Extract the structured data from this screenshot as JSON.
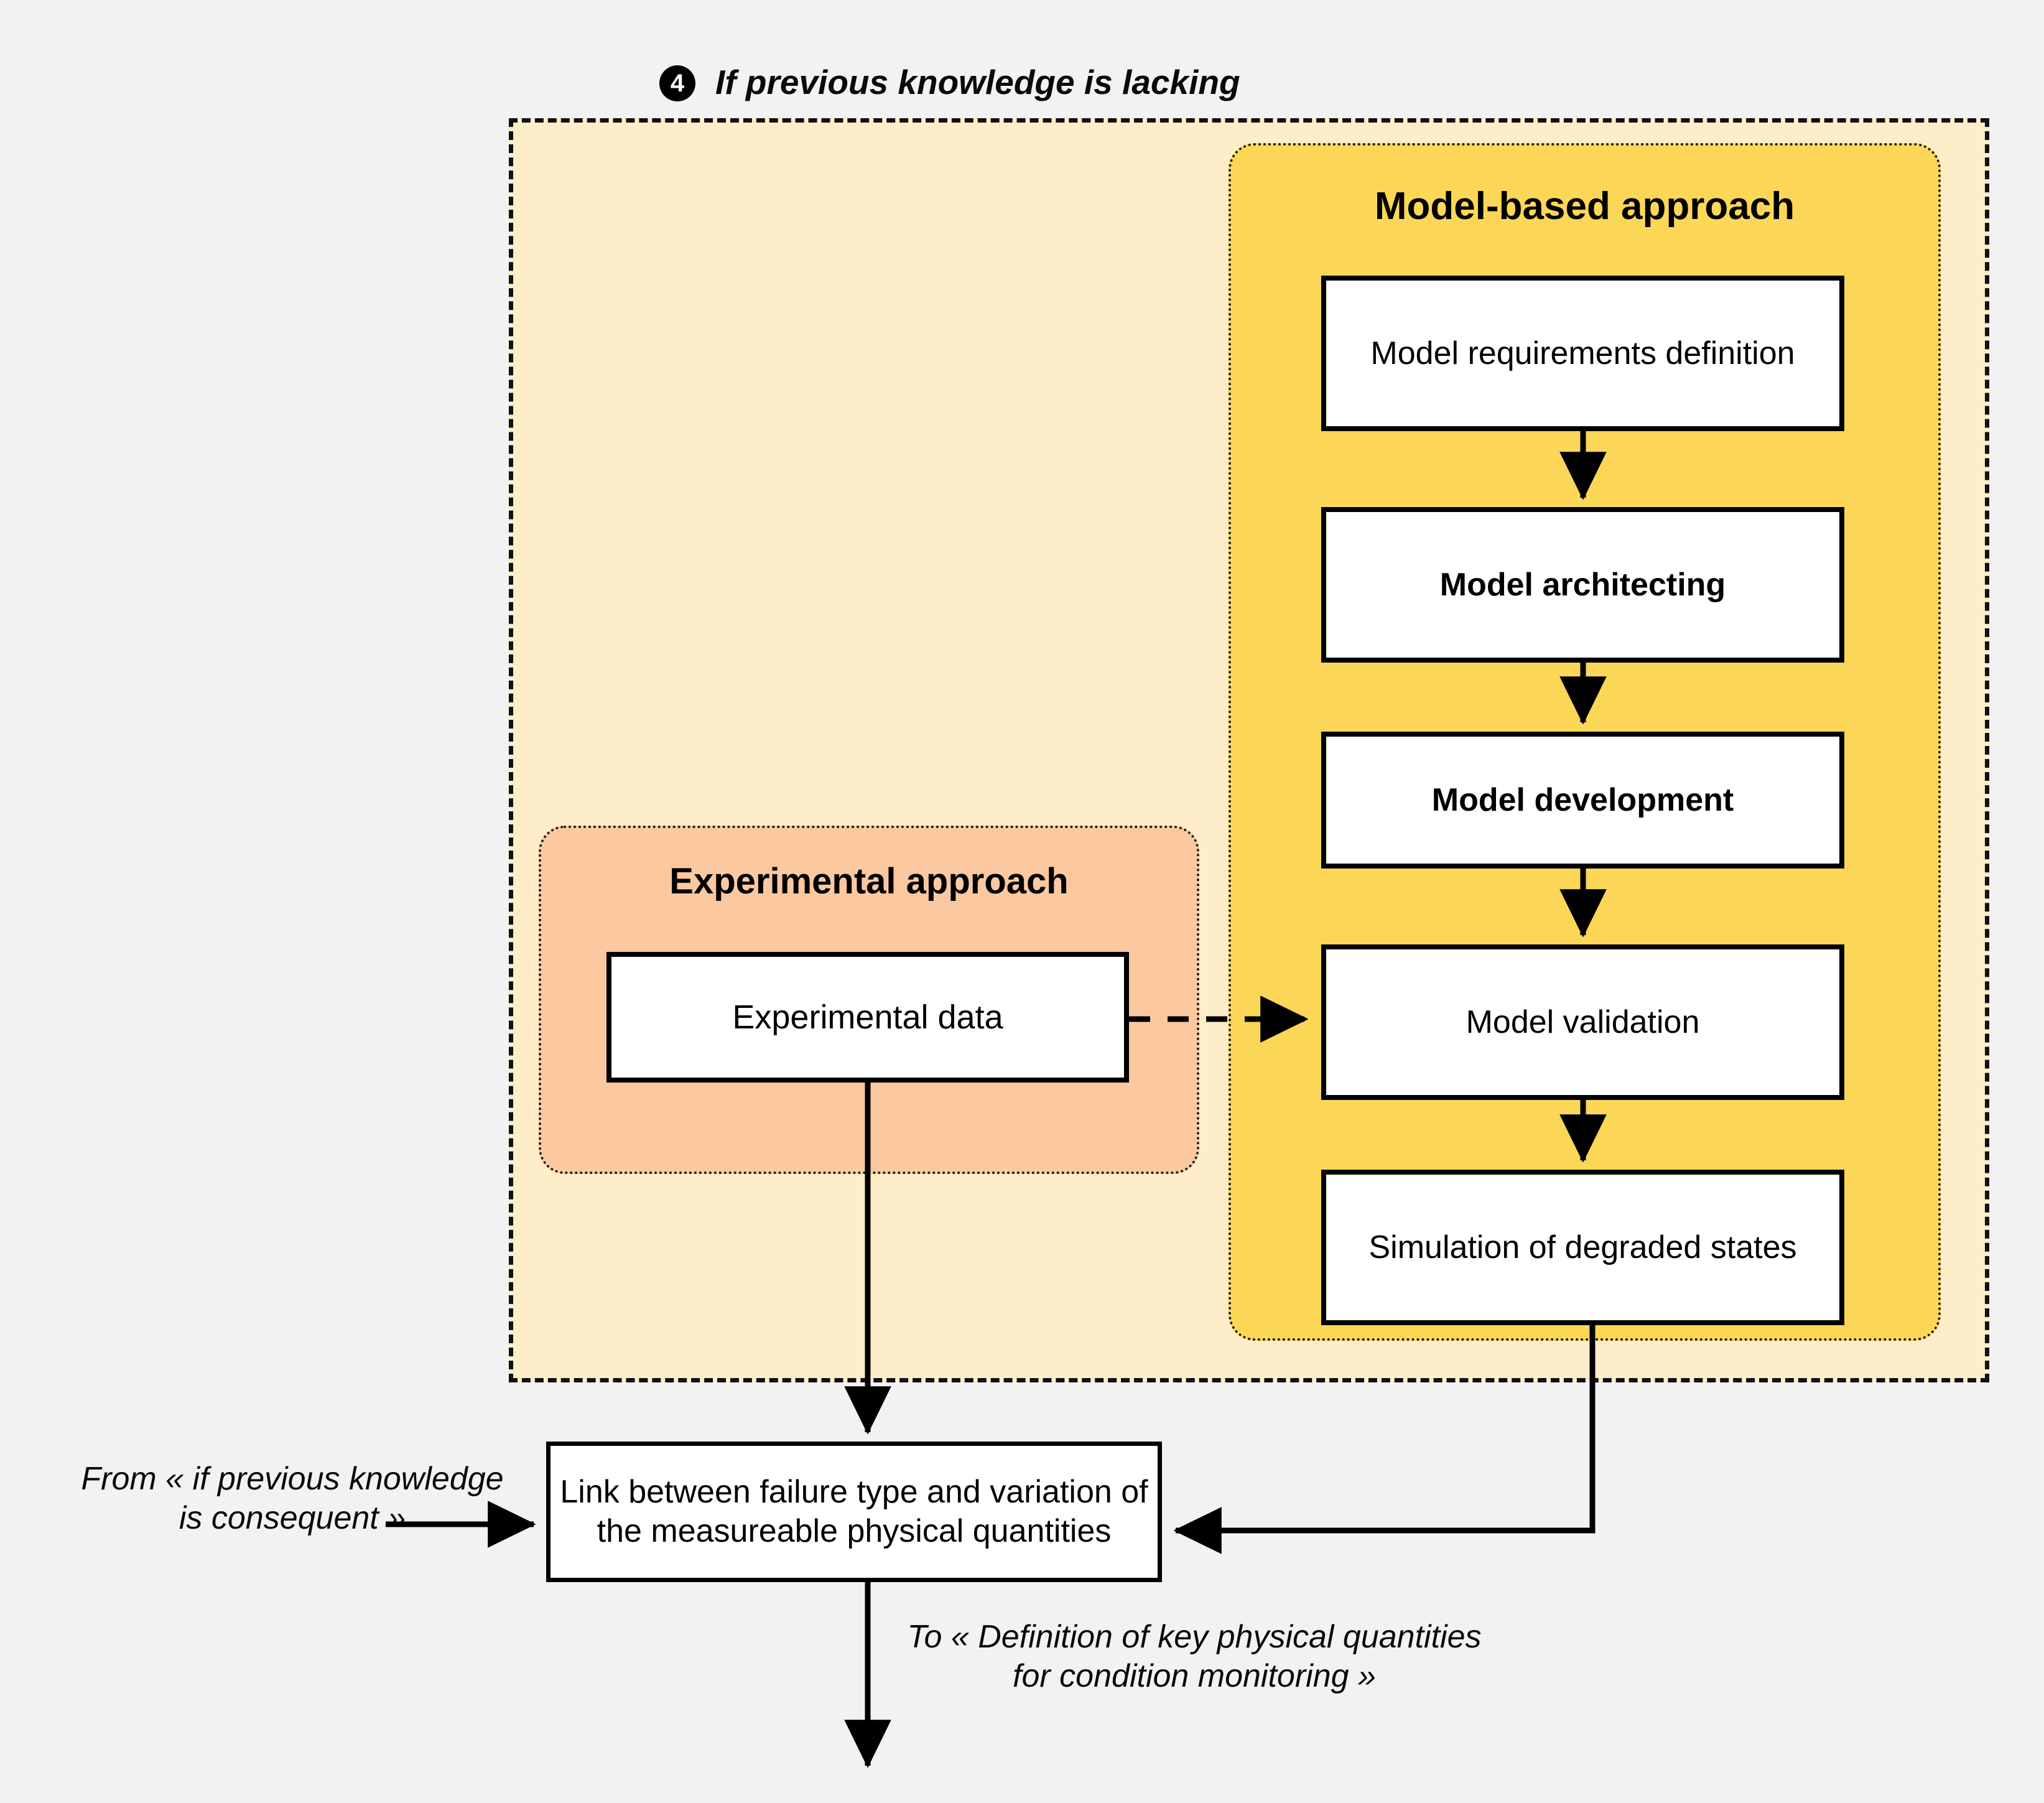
{
  "diagram": {
    "step": {
      "number": "4",
      "caption": "If previous knowledge is lacking"
    },
    "outer_container": {
      "name": "if-previous-knowledge-is-lacking-group",
      "fill": "#fdeec9",
      "border_style": "dashed"
    },
    "model_panel": {
      "title": "Model-based approach",
      "fill": "#fcd757",
      "border_style": "dotted",
      "steps": [
        {
          "label": "Model requirements definition",
          "bold": false
        },
        {
          "label": "Model architecting",
          "bold": true
        },
        {
          "label": "Model development",
          "bold": true
        },
        {
          "label": "Model validation",
          "bold": false
        },
        {
          "label": "Simulation of degraded states",
          "bold": false
        }
      ]
    },
    "experimental_panel": {
      "title": "Experimental approach",
      "fill": "#fbc89f",
      "border_style": "dotted",
      "steps": [
        {
          "label": "Experimental data",
          "bold": false
        }
      ]
    },
    "link_box": {
      "label": "Link between failure type and variation of the measureable physical quantities"
    },
    "captions": {
      "from": "From « if previous knowledge is consequent »",
      "to": "To « Definition of key physical quantities for condition monitoring »"
    },
    "colors": {
      "background": "#f2f2f2",
      "outer_fill": "#fdeec9",
      "model_fill": "#fcd757",
      "experimental_fill": "#fbc89f",
      "box_fill": "#ffffff",
      "stroke": "#000000"
    },
    "connectors": [
      {
        "from": "Model requirements definition",
        "to": "Model architecting",
        "style": "solid",
        "direction": "down"
      },
      {
        "from": "Model architecting",
        "to": "Model development",
        "style": "solid",
        "direction": "down"
      },
      {
        "from": "Model development",
        "to": "Model validation",
        "style": "solid",
        "direction": "down"
      },
      {
        "from": "Model validation",
        "to": "Simulation of degraded states",
        "style": "solid",
        "direction": "down"
      },
      {
        "from": "Experimental data",
        "to": "Model validation",
        "style": "dashed",
        "direction": "right"
      },
      {
        "from": "Experimental data",
        "to": "Link between failure type and variation of the measureable physical quantities",
        "style": "solid",
        "direction": "down"
      },
      {
        "from": "Simulation of degraded states",
        "to": "Link between failure type and variation of the measureable physical quantities",
        "style": "solid",
        "direction": "left"
      },
      {
        "from": "From « if previous knowledge is consequent »",
        "to": "Link between failure type and variation of the measureable physical quantities",
        "style": "solid",
        "direction": "right"
      },
      {
        "from": "Link between failure type and variation of the measureable physical quantities",
        "to": "To « Definition of key physical quantities for condition monitoring »",
        "style": "solid",
        "direction": "down"
      }
    ]
  }
}
